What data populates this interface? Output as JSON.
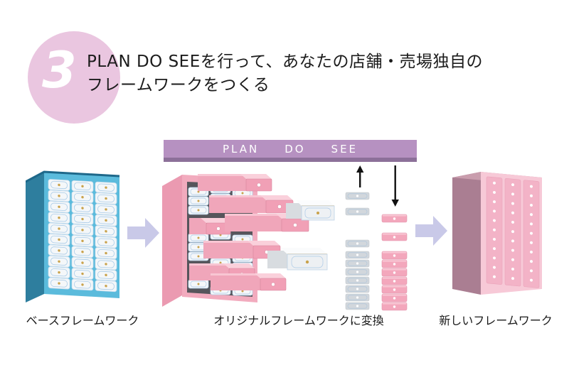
{
  "step": {
    "number": "3"
  },
  "title": {
    "line1": "PLAN DO SEEを行って、あなたの店舗・売場独自の",
    "line2": "フレームワークをつくる"
  },
  "banner": {
    "words": [
      "PLAN",
      "DO",
      "SEE"
    ]
  },
  "diagram": {
    "items": [
      {
        "caption": "ベースフレームワーク"
      },
      {
        "caption": "オリジナルフレームワークに変換"
      },
      {
        "caption": "新しいフレームワーク"
      }
    ]
  },
  "colors": {
    "badge_bg": "#eac6e0",
    "banner_bg": "#b691c1",
    "banner_stripe": "#8c7099",
    "banner_text": "#ffffff",
    "title_text": "#1b1b1b",
    "flow_arrow_lavender": "#c9c9e8",
    "process_arrow_black": "#111111",
    "base_cabinet_front": "#5bbbdc",
    "base_cabinet_side": "#2e7e9e",
    "drawer_white": "#f4f7f9",
    "drawer_knob_gold": "#c9a24b",
    "pink_cabinet_front": "#f2abbe",
    "pink_cabinet_side": "#eb9ab1",
    "pink_drawer": "#f1a0b6",
    "gray_drawer": "#d2d7dc",
    "new_cabinet_front": "#f7c9d7",
    "new_cabinet_side": "#aa7e92",
    "new_cabinet_panel": "#f3b3c7"
  }
}
